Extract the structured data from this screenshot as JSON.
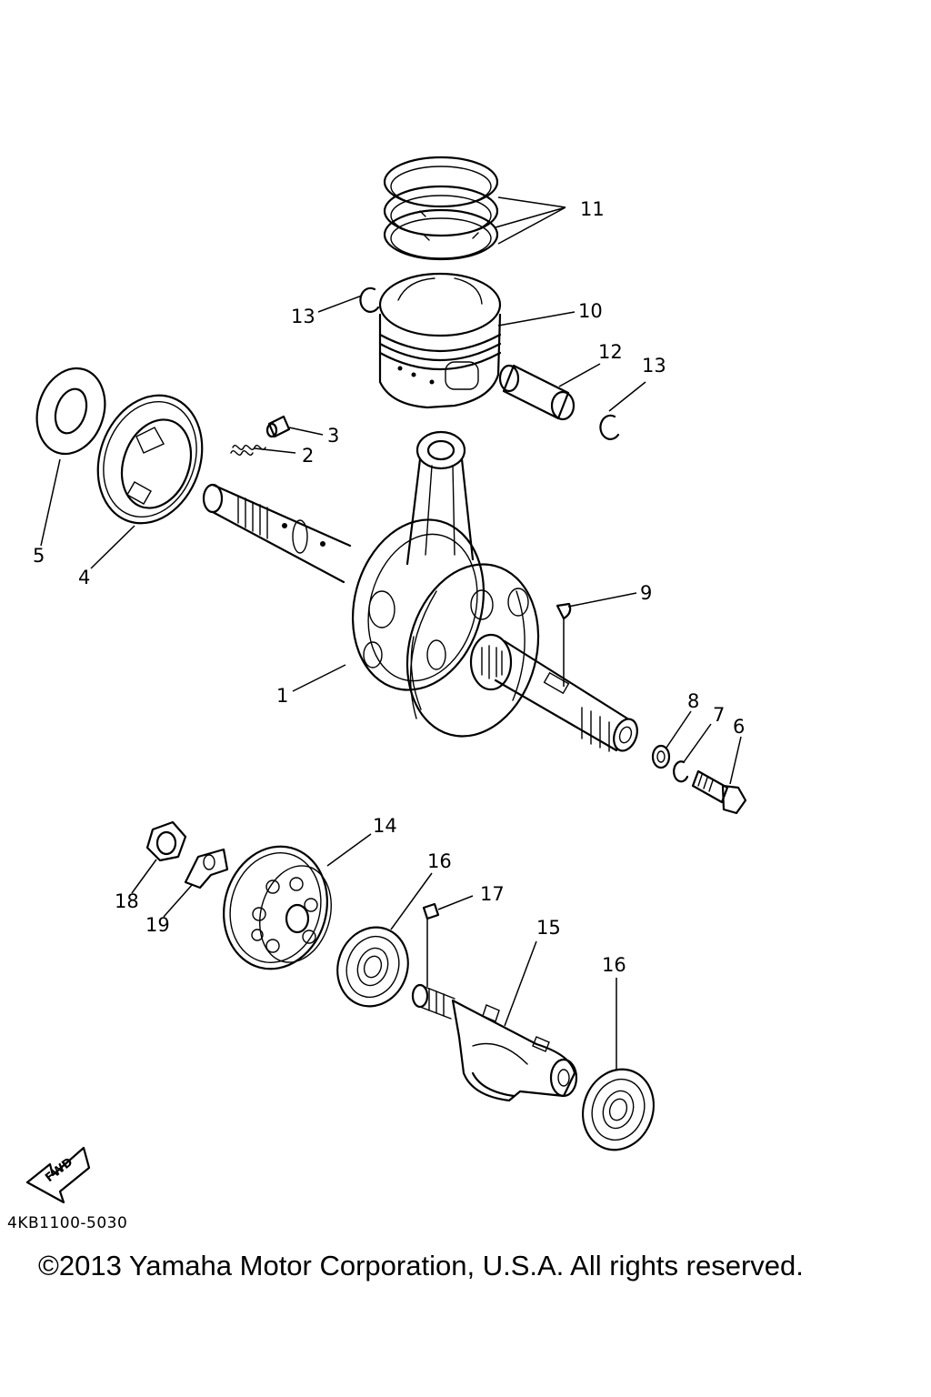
{
  "callouts": {
    "c1": "1",
    "c2": "2",
    "c3": "3",
    "c4": "4",
    "c5": "5",
    "c6": "6",
    "c7": "7",
    "c8": "8",
    "c9": "9",
    "c10": "10",
    "c11": "11",
    "c12": "12",
    "c13a": "13",
    "c13b": "13",
    "c14": "14",
    "c15": "15",
    "c16a": "16",
    "c16b": "16",
    "c17": "17",
    "c18": "18",
    "c19": "19"
  },
  "fwd_label": "FWD",
  "diagram_code": "4KB1100-5030",
  "copyright": "©2013 Yamaha Motor Corporation, U.S.A. All rights reserved.",
  "icons": {
    "direction": "fwd-arrow-icon"
  }
}
